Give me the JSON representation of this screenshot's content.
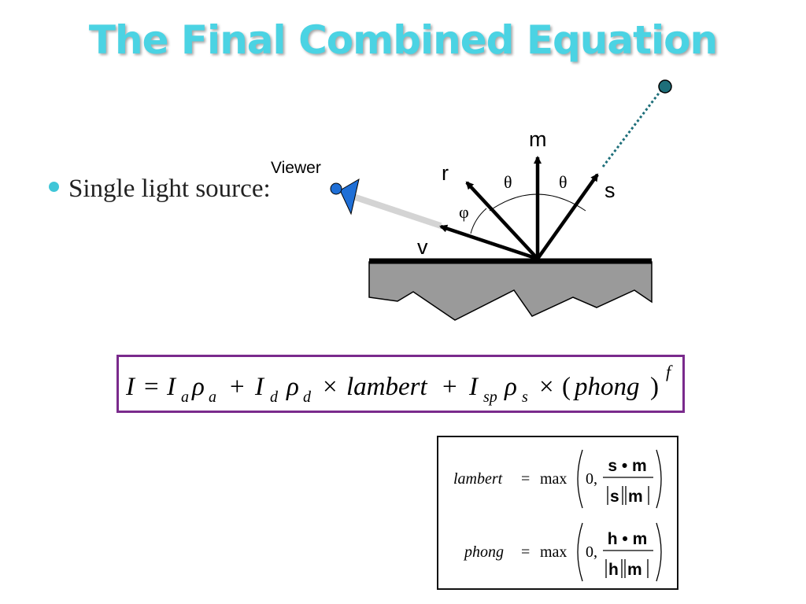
{
  "slide": {
    "title": "The Final Combined Equation",
    "bullet": "Single light source:"
  },
  "diagram": {
    "viewer_label": "Viewer",
    "labels": {
      "m": "m",
      "r": "r",
      "s": "s",
      "v": "v",
      "theta": "θ",
      "phi": "φ"
    }
  },
  "equation": {
    "I": "I",
    "eq": "=",
    "Ia": "I",
    "a1": "a",
    "rho_a": "ρ",
    "a2": "a",
    "plus1": "+",
    "Id": "I",
    "d1": "d",
    "rho_d": "ρ",
    "d2": "d",
    "times1": "×",
    "lambert": "lambert",
    "plus2": "+",
    "Isp": "I",
    "sp": "sp",
    "rho_s": "ρ",
    "s": "s",
    "times2": "×",
    "lparen": "(",
    "phong": "phong",
    "rparen": ")",
    "f": "f"
  },
  "lambert_eq": {
    "name": "lambert",
    "eq": "=",
    "max": "max",
    "zero": "0,",
    "num": "s • m",
    "den_a": "s",
    "den_b": "m"
  },
  "phong_eq": {
    "name": "phong",
    "eq": "=",
    "max": "max",
    "zero": "0,",
    "num": "h • m",
    "den_a": "h",
    "den_b": "m"
  },
  "colors": {
    "title": "#4bd3e3",
    "bullet": "#3fc6d8",
    "main_box_border": "#7a2a8c",
    "viewer": "#1f6fd6",
    "light_dot": "#1e6f7a",
    "surface": "#9a9a9a"
  }
}
